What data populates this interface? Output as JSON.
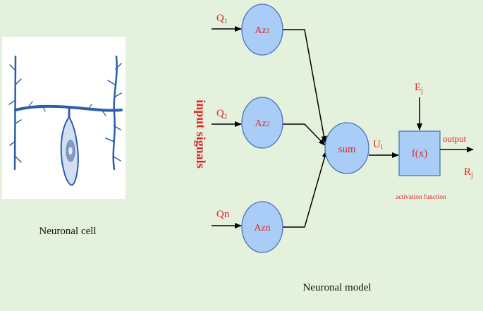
{
  "colors": {
    "background": "#e4f1dc",
    "node_fill": "#a9cdf7",
    "node_stroke": "#4a74b8",
    "label_red": "#e0262a",
    "cell_blue": "#2c5fa8"
  },
  "cell": {
    "caption": "Neuronal cell"
  },
  "model": {
    "caption": "Neuronal model",
    "input_signals_label": "input signals",
    "inputs": [
      {
        "q_main": "Q",
        "q_sub": "1",
        "node_main": "Az",
        "node_sub": "1"
      },
      {
        "q_main": "Q",
        "q_sub": "2",
        "node_main": "Az",
        "node_sub": "2"
      },
      {
        "q_main": "Q",
        "q_sub": "n",
        "node_main": "Az",
        "node_sub": "n"
      }
    ],
    "sum_label": "sum",
    "u_main": "U",
    "u_sub": "i",
    "activation_label": "f(x)",
    "activation_caption": "activation function",
    "e_main": "E",
    "e_sub": "j",
    "output_label": "output",
    "r_main": "R",
    "r_sub": "j"
  }
}
